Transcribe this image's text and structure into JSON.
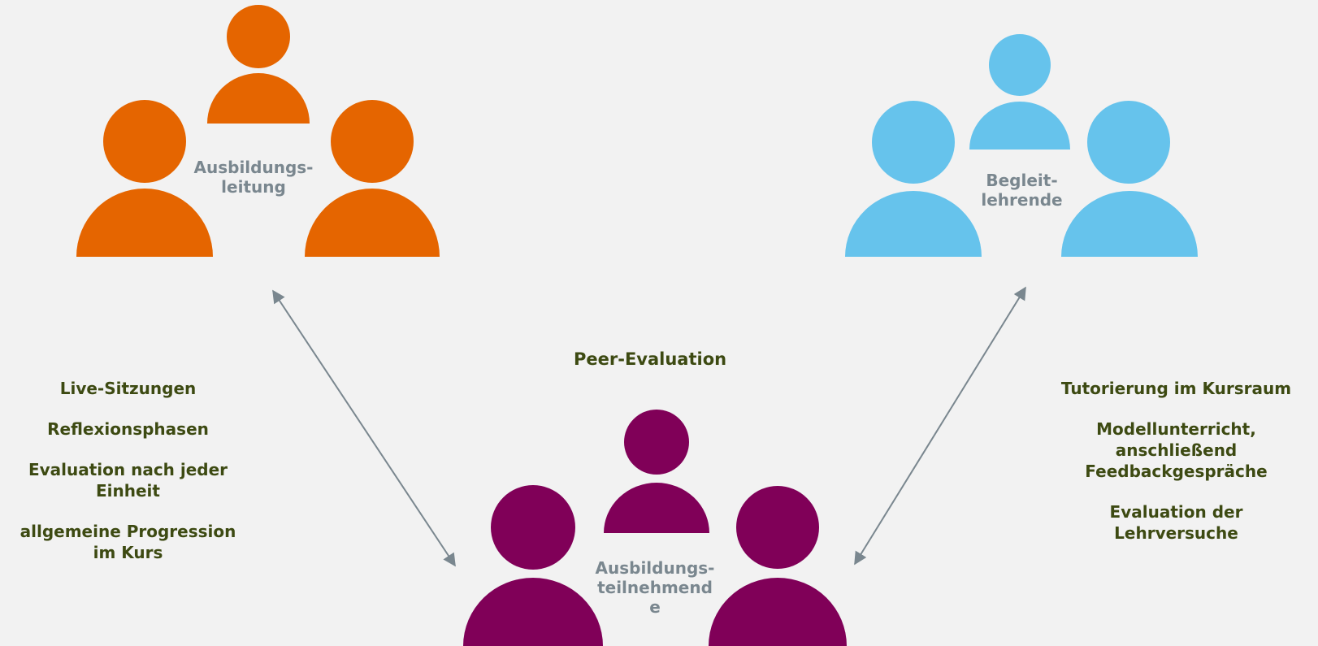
{
  "groups": {
    "leitung": {
      "label_line1": "Ausbildungs-",
      "label_line2": "leitung",
      "color": "#e56500"
    },
    "begleit": {
      "label_line1": "Begleit-",
      "label_line2": "lehrende",
      "color": "#66c3ec"
    },
    "teilnehmende": {
      "label_line1": "Ausbildungs-",
      "label_line2": "teilnehmend",
      "label_line3": "e",
      "color": "#800058"
    }
  },
  "left_list": {
    "items": [
      "Live-Sitzungen",
      "Reflexionsphasen",
      "Evaluation nach jeder",
      "Einheit",
      "allgemeine Progression",
      "im Kurs"
    ]
  },
  "right_list": {
    "items": [
      "Tutorierung im Kursraum",
      "Modellunterricht,",
      "anschließend",
      "Feedbackgespräche",
      "Evaluation der",
      "Lehrversuche"
    ]
  },
  "center": {
    "peer_label": "Peer-Evaluation"
  },
  "colors": {
    "arrow": "#7a878f",
    "text_dark": "#3d4a12",
    "label_gray": "#7a878f",
    "background": "#f2f2f2"
  }
}
